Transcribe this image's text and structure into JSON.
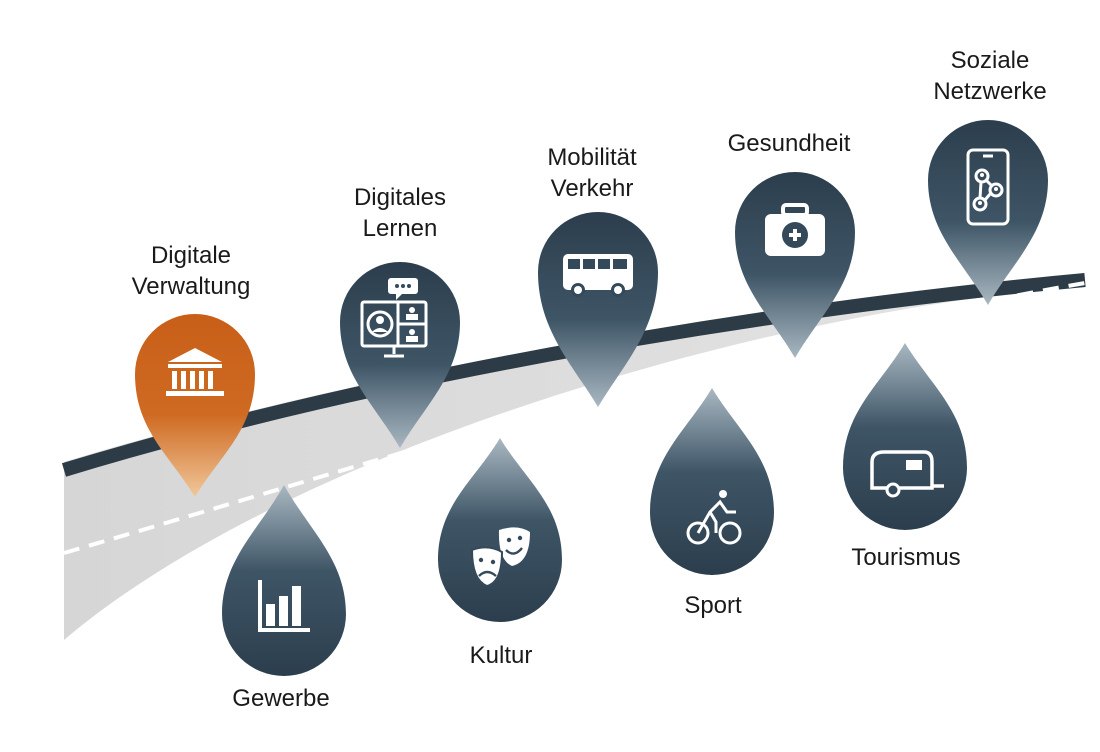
{
  "colors": {
    "pin": "#34495a",
    "pin_dark": "#2c3e4d",
    "accent": "#c85f18",
    "road": "#d8d8d8",
    "road_edge": "#2d3b47",
    "dash": "#ffffff"
  },
  "pins_up": [
    {
      "id": "digitale-verwaltung",
      "lines": [
        "Digitale",
        "Verwaltung"
      ],
      "icon": "government-building-icon",
      "highlighted": true
    },
    {
      "id": "digitales-lernen",
      "lines": [
        "Digitales",
        "Lernen"
      ],
      "icon": "video-conference-icon",
      "highlighted": false
    },
    {
      "id": "mobilitaet-verkehr",
      "lines": [
        "Mobilität",
        "Verkehr"
      ],
      "icon": "bus-icon",
      "highlighted": false
    },
    {
      "id": "gesundheit",
      "lines": [
        "Gesundheit"
      ],
      "icon": "first-aid-kit-icon",
      "highlighted": false
    },
    {
      "id": "soziale-netzwerke",
      "lines": [
        "Soziale",
        "Netzwerke"
      ],
      "icon": "smartphone-network-icon",
      "highlighted": false
    }
  ],
  "pins_down": [
    {
      "id": "gewerbe",
      "lines": [
        "Gewerbe"
      ],
      "icon": "bar-chart-icon"
    },
    {
      "id": "kultur",
      "lines": [
        "Kultur"
      ],
      "icon": "theater-masks-icon"
    },
    {
      "id": "sport",
      "lines": [
        "Sport"
      ],
      "icon": "cyclist-icon"
    },
    {
      "id": "tourismus",
      "lines": [
        "Tourismus"
      ],
      "icon": "caravan-icon"
    }
  ]
}
